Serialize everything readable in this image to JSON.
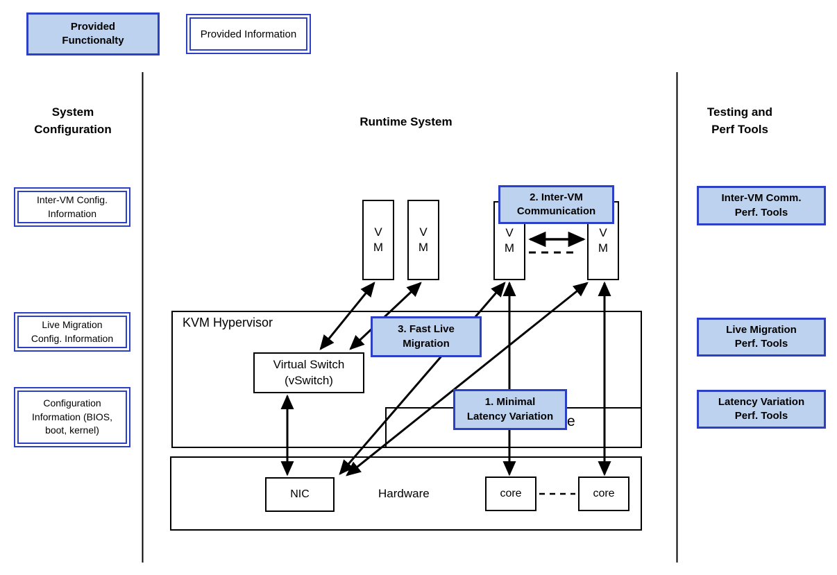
{
  "colors": {
    "accent_blue": "#2b3fc7",
    "fill_blue": "#bdd2ee",
    "line_black": "#000000"
  },
  "legend": {
    "provided_functionality": "Provided\nFunctionalty",
    "provided_information": "Provided Information"
  },
  "left_column": {
    "header": "System\nConfiguration",
    "boxes": [
      {
        "label": "Inter-VM Config.\nInformation"
      },
      {
        "label": "Live Migration\nConfig. Information"
      },
      {
        "label": "Configuration\nInformation (BIOS,\nboot, kernel)"
      }
    ]
  },
  "right_column": {
    "header": "Testing and\nPerf Tools",
    "boxes": [
      {
        "label": "Inter-VM Comm.\nPerf. Tools"
      },
      {
        "label": "Live Migration\nPerf. Tools"
      },
      {
        "label": "Latency Variation\nPerf. Tools"
      }
    ]
  },
  "runtime": {
    "header": "Runtime System",
    "hypervisor_label": "KVM Hypervisor",
    "vswitch_label": "Virtual Switch\n(vSwitch)",
    "vm_label": "V\nM",
    "hardware_label": "Hardware",
    "nic_label": "NIC",
    "core_label": "core",
    "hidden_label_visible_part": "e",
    "callouts": [
      {
        "label": "1. Minimal\nLatency Variation"
      },
      {
        "label": "2. Inter-VM\nCommunication"
      },
      {
        "label": "3. Fast Live\nMigration"
      }
    ]
  }
}
